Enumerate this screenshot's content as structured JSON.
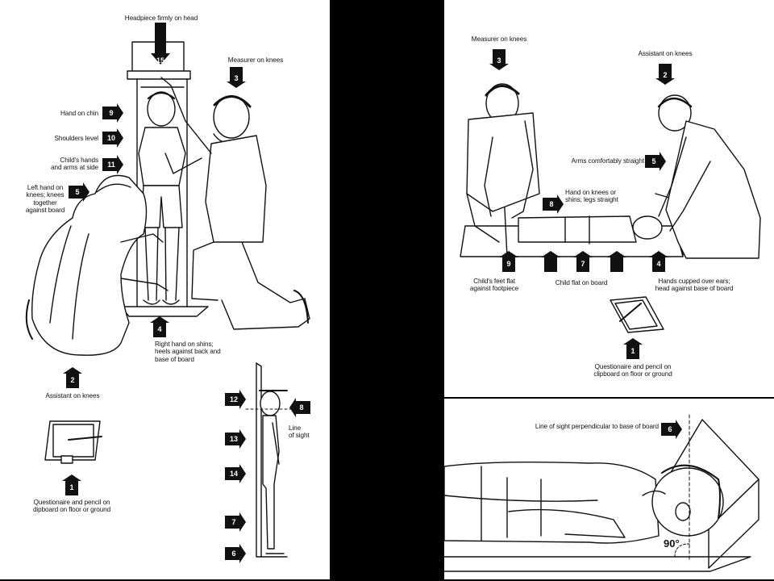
{
  "left": {
    "labels": {
      "headpiece": "Headpiece firmly on head",
      "measurer": "Measurer on knees",
      "hand_chin": "Hand on chin",
      "shoulders": "Shoulders level",
      "child_hands": "Child's hands\nand arms at side",
      "left_hand": "Left hand on\nknees; knees\ntogether\nagainst board",
      "right_hand": "Right hand on shins;\nheels against back and\nbase of board",
      "assistant": "Assistant on knees",
      "questionaire": "Questionaire and pencil on\ndipboard on floor or ground",
      "line_of_sight": "Line\nof sight"
    },
    "badges": {
      "b15": "15",
      "b3": "3",
      "b9": "9",
      "b10": "10",
      "b11": "11",
      "b5": "5",
      "b4": "4",
      "b2": "2",
      "b1": "1",
      "b12": "12",
      "b8": "8",
      "b13": "13",
      "b14": "14",
      "b7": "7",
      "b6": "6"
    }
  },
  "right_top": {
    "labels": {
      "measurer": "Measurer on knees",
      "assistant": "Assistant on knees",
      "arms": "Arms comfortably straight",
      "hand_knees": "Hand on knees or\nshins; legs straight",
      "feet": "Child's feet flat\nagainst footpiece",
      "flat": "Child flat on board",
      "hands_cupped": "Hands cupped over ears;\nhead against base of board",
      "questionaire": "Questionaire and pencil on\nclipboard on floor or ground"
    },
    "badges": {
      "b3": "3",
      "b2": "2",
      "b5": "5",
      "b8": "8",
      "b9": "9",
      "b7": "7",
      "b4": "4",
      "b1": "1"
    }
  },
  "right_bottom": {
    "labels": {
      "sight": "Line of sight perpendicular to base of board"
    },
    "badges": {
      "b6": "6"
    },
    "angle": "90°"
  }
}
